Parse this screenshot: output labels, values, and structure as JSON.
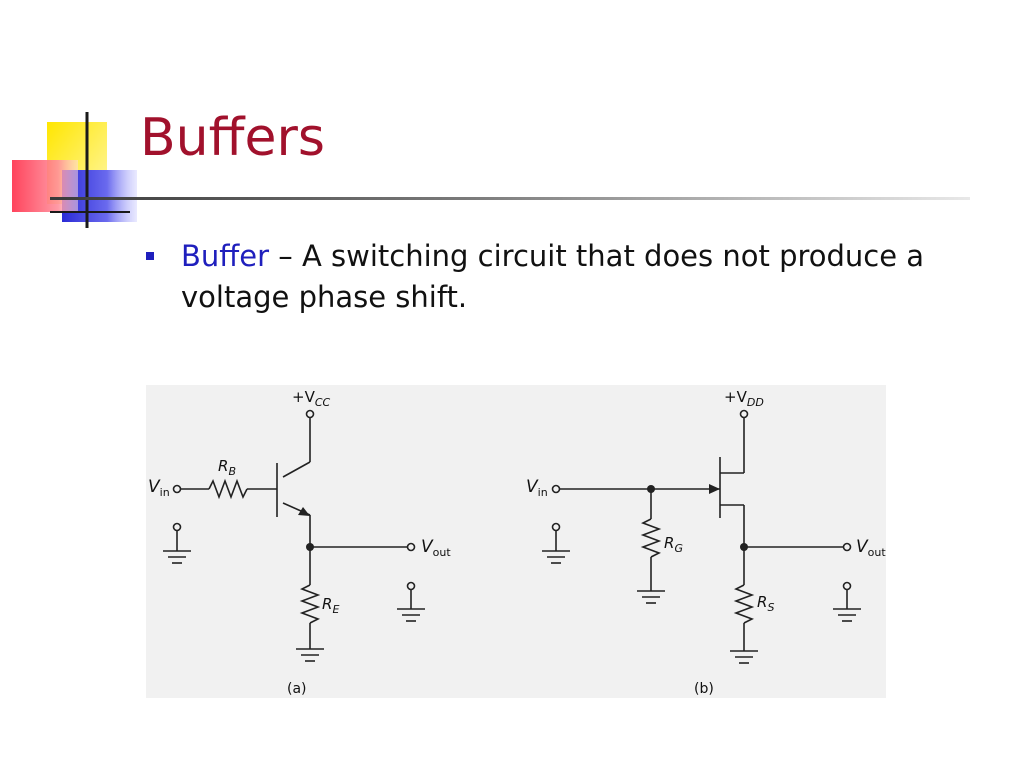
{
  "slide": {
    "title": "Buffers",
    "bullet": {
      "term": "Buffer",
      "definition": " – A switching circuit that does not produce a voltage phase shift."
    }
  },
  "figure": {
    "a": {
      "vcc_main": "+V",
      "vcc_sub": "CC",
      "vin_main": "V",
      "vin_sub": "in",
      "rb_main": "R",
      "rb_sub": "B",
      "re_main": "R",
      "re_sub": "E",
      "vout_main": "V",
      "vout_sub": "out",
      "caption": "(a)"
    },
    "b": {
      "vdd_main": "+V",
      "vdd_sub": "DD",
      "vin_main": "V",
      "vin_sub": "in",
      "rg_main": "R",
      "rg_sub": "G",
      "rs_main": "R",
      "rs_sub": "S",
      "vout_main": "V",
      "vout_sub": "out",
      "caption": "(b)"
    }
  },
  "colors": {
    "title": "#a1112c",
    "term": "#1f1fbd",
    "bullet": "#1f1fbd",
    "figure_bg": "#f1f1f1"
  }
}
